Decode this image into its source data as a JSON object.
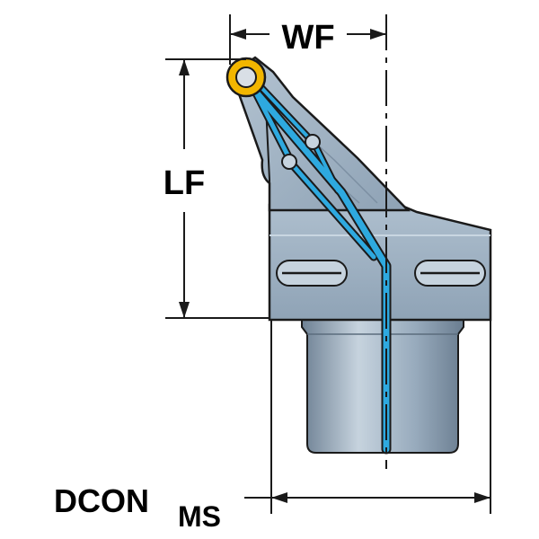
{
  "dimensions": {
    "wf_label": "WF",
    "lf_label": "LF",
    "dcon_label": "DCON",
    "dcon_subscript": "MS"
  },
  "colors": {
    "body": "#9fb2c4",
    "body_dark": "#7f93a6",
    "body_light": "#c2d0dc",
    "coolant": "#2ea9df",
    "insert": "#f2b600",
    "outline": "#1a1a1a"
  }
}
